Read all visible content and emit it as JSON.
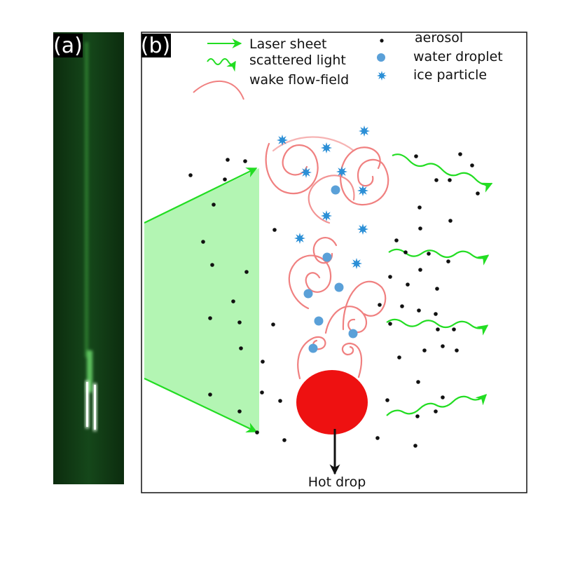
{
  "panel_a": {
    "label": "(a)"
  },
  "panel_b": {
    "label": "(b)"
  },
  "legend": [
    {
      "symbol": "green-arrow-icon",
      "text": "Laser sheet"
    },
    {
      "symbol": "wavy-arrow-icon",
      "text": "scattered light"
    },
    {
      "symbol": "red-curve-icon",
      "text": "wake flow-field"
    },
    {
      "symbol": "black-dot-icon",
      "text": "aerosol"
    },
    {
      "symbol": "blue-dot-icon",
      "text": "water droplet"
    },
    {
      "symbol": "blue-star-icon",
      "text": "ice particle"
    }
  ],
  "drop_label": "Hot drop",
  "colors": {
    "laser": "#22dd22",
    "sheet_fill": "#b3f5b3",
    "wake": "#f08080",
    "drop": "#ee1111",
    "droplet": "#5aa0d8",
    "ice": "#2b8fd6",
    "aerosol": "#111111",
    "photo_bg": "#0f3a12"
  }
}
